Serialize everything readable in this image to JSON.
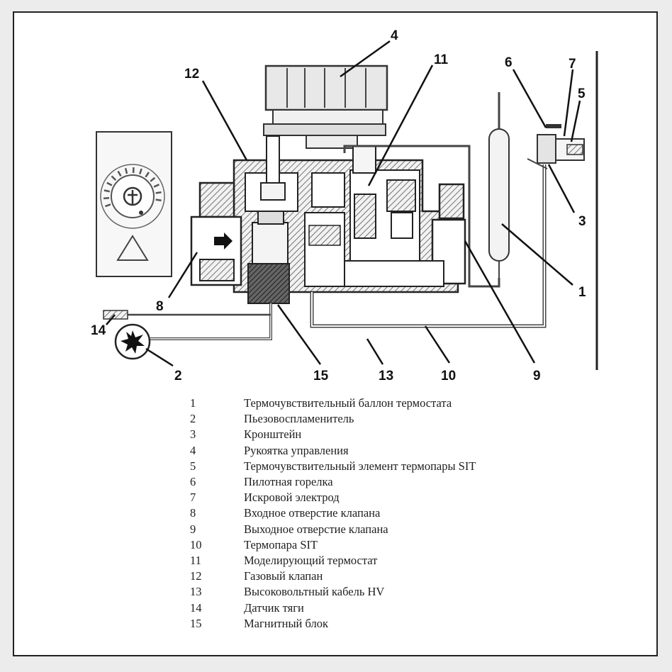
{
  "callouts": {
    "c1": "1",
    "c2": "2",
    "c3": "3",
    "c4": "4",
    "c5": "5",
    "c6": "6",
    "c7": "7",
    "c8": "8",
    "c9": "9",
    "c10": "10",
    "c11": "11",
    "c12": "12",
    "c13": "13",
    "c14": "14",
    "c15": "15"
  },
  "legend": [
    {
      "num": "1",
      "text": "Термочувствительный баллон термостата"
    },
    {
      "num": "2",
      "text": "Пьезовоспламенитель"
    },
    {
      "num": "3",
      "text": "Кронштейн"
    },
    {
      "num": "4",
      "text": "Рукоятка управления"
    },
    {
      "num": "5",
      "text": "Термочувствительный элемент термопары SIT"
    },
    {
      "num": "6",
      "text": "Пилотная горелка"
    },
    {
      "num": "7",
      "text": "Искровой электрод"
    },
    {
      "num": "8",
      "text": "Входное отверстие клапана"
    },
    {
      "num": "9",
      "text": "Выходное отверстие клапана"
    },
    {
      "num": "10",
      "text": "Термопара SIT"
    },
    {
      "num": "11",
      "text": "Моделирующий термостат"
    },
    {
      "num": "12",
      "text": "Газовый клапан"
    },
    {
      "num": "13",
      "text": "Высоковольтный кабель HV"
    },
    {
      "num": "14",
      "text": "Датчик тяги"
    },
    {
      "num": "15",
      "text": "Магнитный блок"
    }
  ],
  "colors": {
    "line": "#222222",
    "hatch": "#555555",
    "fill": "#e6e6e6",
    "background": "#ffffff"
  }
}
